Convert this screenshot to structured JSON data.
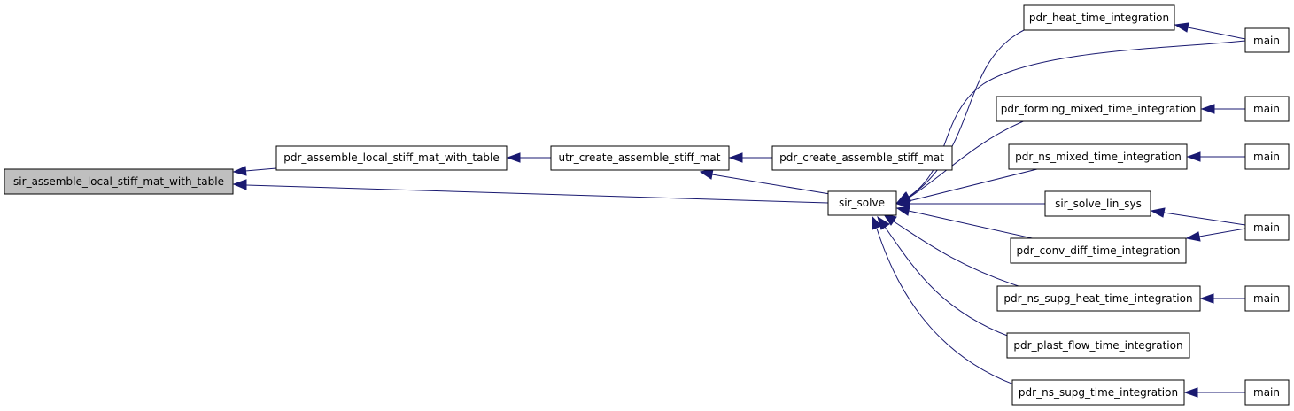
{
  "colors": {
    "edge": "#191970",
    "node_fill": "#ffffff",
    "focus_fill": "#bfbfbf",
    "node_border": "#000000"
  },
  "nodes": {
    "sir_assemble": "sir_assemble_local_stiff_mat_with_table",
    "pdr_assemble": "pdr_assemble_local_stiff_mat_with_table",
    "utr_create": "utr_create_assemble_stiff_mat",
    "pdr_create": "pdr_create_assemble_stiff_mat",
    "sir_solve": "sir_solve",
    "pdr_heat": "pdr_heat_time_integration",
    "pdr_forming": "pdr_forming_mixed_time_integration",
    "pdr_ns_mixed": "pdr_ns_mixed_time_integration",
    "sir_solve_lin": "sir_solve_lin_sys",
    "pdr_conv": "pdr_conv_diff_time_integration",
    "pdr_ns_supg_heat": "pdr_ns_supg_heat_time_integration",
    "pdr_plast": "pdr_plast_flow_time_integration",
    "pdr_ns_supg": "pdr_ns_supg_time_integration",
    "main_1": "main",
    "main_2": "main",
    "main_3": "main",
    "main_4": "main",
    "main_5": "main",
    "main_6": "main"
  }
}
